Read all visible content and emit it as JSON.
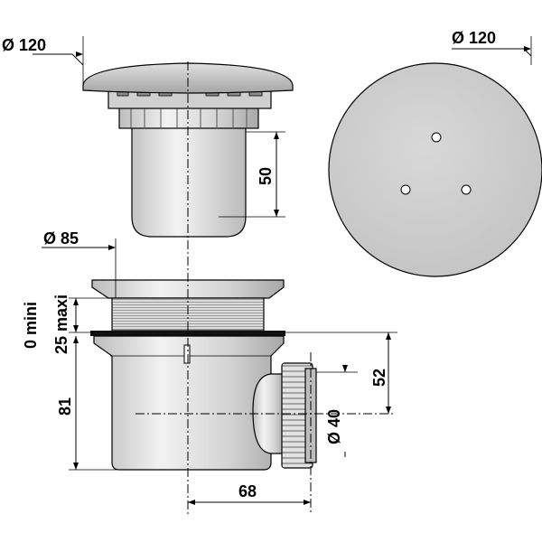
{
  "labels": {
    "cover_top_diameter": "Ø 120",
    "cover_plan_diameter": "Ø 120",
    "trap_height": "50",
    "body_diameter": "Ø 85",
    "adjust_range_min": "0 mini",
    "adjust_range_max": "25 maxi",
    "body_height": "81",
    "outlet_height": "52",
    "outlet_diameter": "Ø 40",
    "outlet_offset": "68"
  },
  "colors": {
    "metal_light": "#e6e6e6",
    "metal_mid": "#c8c8c8",
    "metal_dark": "#9a9a9a",
    "cover_plate": "#cfcfcf",
    "line": "#000000"
  }
}
